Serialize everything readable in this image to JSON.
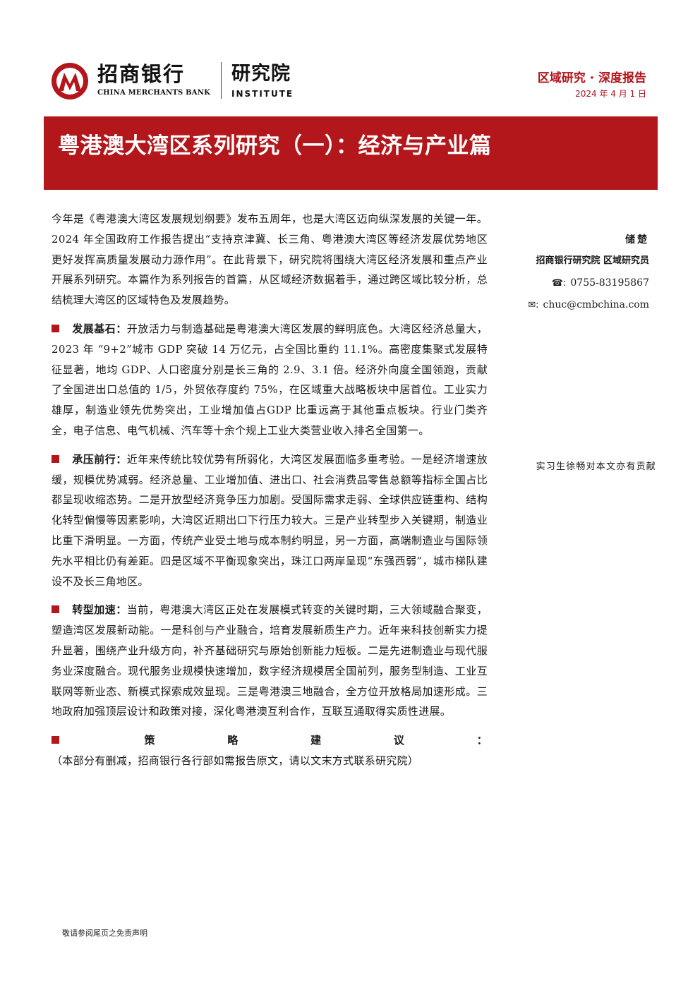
{
  "header": {
    "logo_cn": "招商银行",
    "logo_en": "CHINA MERCHANTS BANK",
    "institute_cn": "研究院",
    "institute_en": "INSTITUTE",
    "report_type": "区域研究 · 深度报告",
    "date": "2024 年 4 月 1 日"
  },
  "title": "粤港澳大湾区系列研究（一）：经济与产业篇",
  "intro": "今年是《粤港澳大湾区发展规划纲要》发布五周年，也是大湾区迈向纵深发展的关键一年。2024 年全国政府工作报告提出“支持京津冀、长三角、粤港澳大湾区等经济发展优势地区更好发挥高质量发展动力源作用”。在此背景下，研究院将围绕大湾区经济发展和重点产业开展系列研究。本篇作为系列报告的首篇，从区域经济数据着手，通过跨区域比较分析，总结梳理大湾区的区域特色及发展趋势。",
  "sections": [
    {
      "lead": "发展基石：",
      "text": "开放活力与制造基础是粤港澳大湾区发展的鲜明底色。大湾区经济总量大，2023 年 “9+2”城市 GDP 突破 14 万亿元，占全国比重约 11.1%。高密度集聚式发展特征显著，地均 GDP、人口密度分别是长三角的 2.9、3.1 倍。经济外向度全国领跑，贡献了全国进出口总值的 1/5，外贸依存度约 75%，在区域重大战略板块中居首位。工业实力雄厚，制造业领先优势突出，工业增加值占GDP 比重远高于其他重点板块。行业门类齐全，电子信息、电气机械、汽车等十余个规上工业大类营业收入排名全国第一。"
    },
    {
      "lead": "承压前行：",
      "text": "近年来传统比较优势有所弱化，大湾区发展面临多重考验。一是经济增速放缓，规模优势减弱。经济总量、工业增加值、进出口、社会消费品零售总额等指标全国占比都呈现收缩态势。二是开放型经济竞争压力加剧。受国际需求走弱、全球供应链重构、结构化转型偏慢等因素影响，大湾区近期出口下行压力较大。三是产业转型步入关键期，制造业比重下滑明显。一方面，传统产业受土地与成本制约明显，另一方面，高端制造业与国际领先水平相比仍有差距。四是区域不平衡现象突出，珠江口两岸呈现“东强西弱”，城市梯队建设不及长三角地区。"
    },
    {
      "lead": "转型加速：",
      "text": "当前，粤港澳大湾区正处在发展模式转变的关键时期，三大领域融合聚变，塑造湾区发展新动能。一是科创与产业融合，培育发展新质生产力。近年来科技创新实力提升显著，围绕产业升级方向，补齐基础研究与原始创新能力短板。二是先进制造业与现代服务业深度融合。现代服务业规模快速增加，数字经济规模居全国前列，服务型制造、工业互联网等新业态、新模式探索成效显现。三是粤港澳三地融合，全方位开放格局加速形成。三地政府加强顶层设计和政策对接，深化粤港澳互利合作，互联互通取得实质性进展。"
    },
    {
      "lead": "策略建议：",
      "text": "（本部分有删减，招商银行各行部如需报告原文，请以文末方式联系研究院）"
    }
  ],
  "author": {
    "name": "储楚",
    "title": "招商银行研究院 区域研究员",
    "phone_icon": "phone-icon",
    "phone": "0755-83195867",
    "email_icon": "envelope-icon",
    "email": "chuc@cmbchina.com"
  },
  "contributor": "实习生徐畅对本文亦有贡献",
  "footer": "敬请参阅尾页之免责声明",
  "colors": {
    "brand_red": "#b3171c"
  }
}
